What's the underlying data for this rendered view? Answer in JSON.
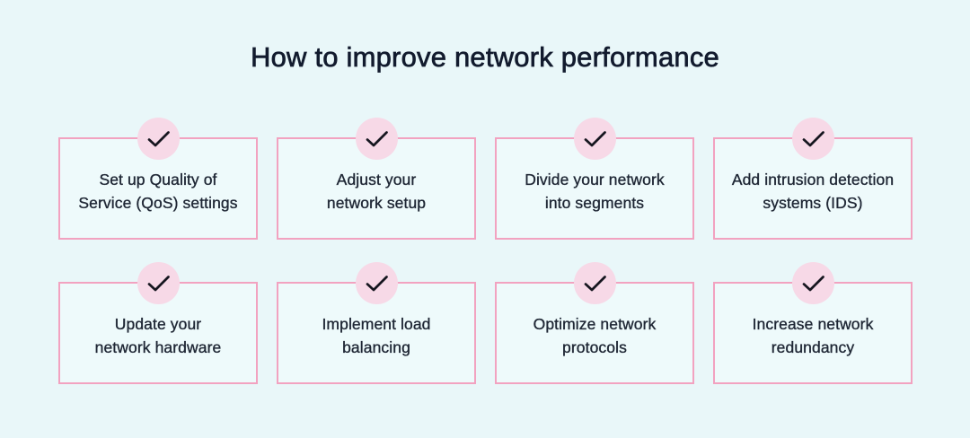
{
  "title": {
    "text": "How to improve network performance"
  },
  "colors": {
    "bg": "#e9f7f9",
    "card_bg": "#eefafb",
    "border": "#f2a2c0",
    "badge": "#f7d9e7",
    "ink": "#121b2e",
    "text": "#1e2634",
    "check": "#16161f"
  },
  "icons": {
    "badge_icon": "check-icon"
  },
  "cards": [
    {
      "line1": "Set up Quality of",
      "line2": "Service (QoS) settings"
    },
    {
      "line1": "Adjust your",
      "line2": "network setup"
    },
    {
      "line1": "Divide your network",
      "line2": "into segments"
    },
    {
      "line1": "Add intrusion detection",
      "line2": "systems (IDS)"
    },
    {
      "line1": "Update your",
      "line2": "network hardware"
    },
    {
      "line1": "Implement load",
      "line2": "balancing"
    },
    {
      "line1": "Optimize network",
      "line2": "protocols"
    },
    {
      "line1": "Increase network",
      "line2": "redundancy"
    }
  ]
}
